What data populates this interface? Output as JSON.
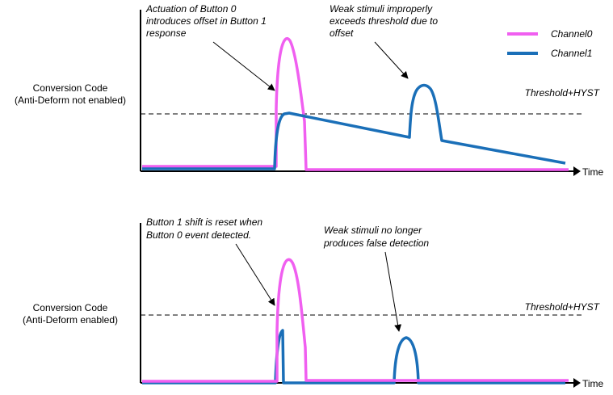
{
  "legend": [
    {
      "name": "Channel0",
      "color": "#f05ff0"
    },
    {
      "name": "Channel1",
      "color": "#1a6fb8"
    }
  ],
  "axis_color": "#000000",
  "panels": [
    {
      "y_label_lines": [
        "Conversion Code",
        "(Anti-Deform not enabled)"
      ],
      "x_label": "Time",
      "threshold_label": "Threshold+HYST",
      "annotations": [
        {
          "lines": [
            "Actuation of Button 0",
            "introduces offset in Button 1",
            "response"
          ]
        },
        {
          "lines": [
            "Weak stimuli improperly",
            "exceeds threshold due to",
            "offset"
          ]
        }
      ]
    },
    {
      "y_label_lines": [
        "Conversion Code",
        "(Anti-Deform enabled)"
      ],
      "x_label": "Time",
      "threshold_label": "Threshold+HYST",
      "annotations": [
        {
          "lines": [
            "Button 1 shift is reset when",
            "Button 0 event detected."
          ]
        },
        {
          "lines": [
            "Weak stimuli no longer",
            "produces false detection"
          ]
        }
      ]
    }
  ]
}
